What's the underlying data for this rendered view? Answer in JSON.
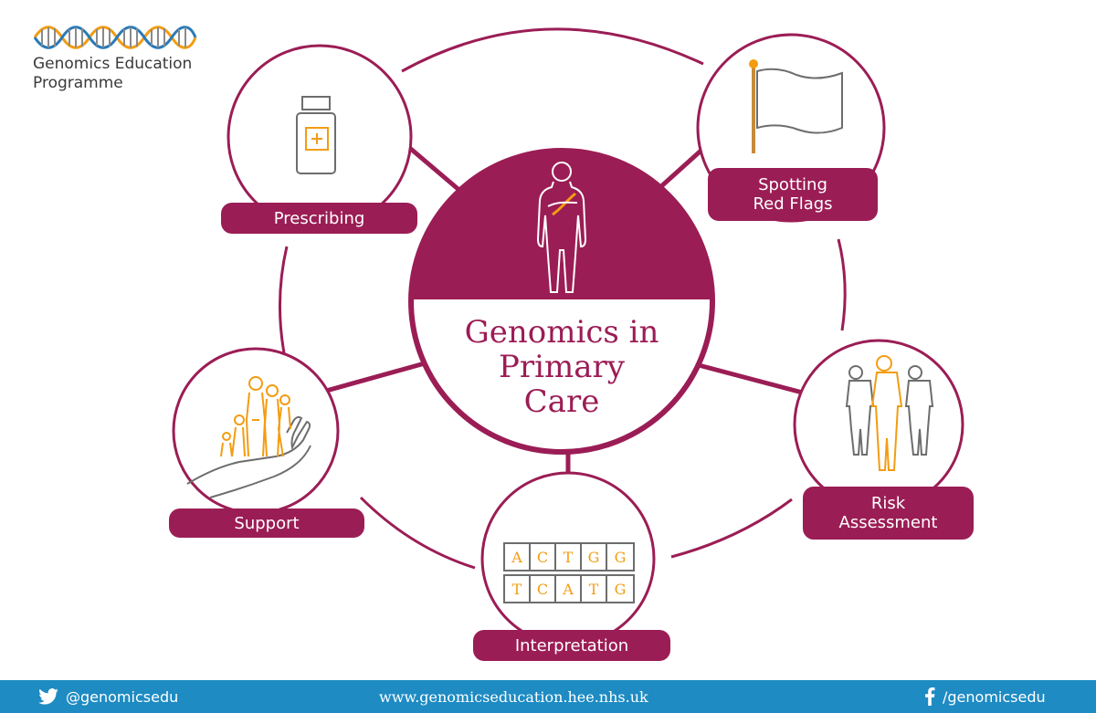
{
  "logo": {
    "line1": "Genomics Education",
    "line2": "Programme",
    "helix_color_orange": "#f39c12",
    "helix_color_grey": "#7f7f7f",
    "helix_color_blue": "#2a7ab8"
  },
  "center": {
    "title_line1": "Genomics in",
    "title_line2": "Primary",
    "title_line3": "Care",
    "color": "#9b1d55"
  },
  "nodes": {
    "prescribing": {
      "label": "Prescribing",
      "icon": "medicine-bottle-icon"
    },
    "red_flags": {
      "label_line1": "Spotting",
      "label_line2": "Red Flags",
      "icon": "flag-icon"
    },
    "risk": {
      "label_line1": "Risk",
      "label_line2": "Assessment",
      "icon": "people-icon"
    },
    "interpretation": {
      "label": "Interpretation",
      "icon": "dna-sequence-grid-icon",
      "row1": [
        "A",
        "C",
        "T",
        "G",
        "G"
      ],
      "row2": [
        "T",
        "C",
        "A",
        "T",
        "G"
      ]
    },
    "support": {
      "label": "Support",
      "icon": "hand-family-icon"
    }
  },
  "footer": {
    "twitter": "@genomicsedu",
    "website": "www.genomicseducation.hee.nhs.uk",
    "facebook": "/genomicsedu",
    "background": "#1e8bc3"
  },
  "colors": {
    "accent": "#9b1d55",
    "orange": "#f39c12",
    "grey": "#6d6d6d"
  }
}
